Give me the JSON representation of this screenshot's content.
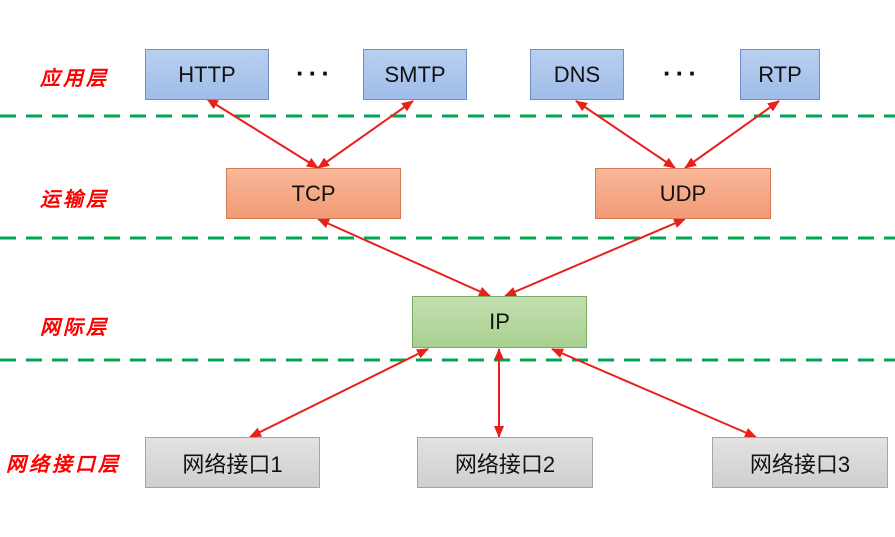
{
  "layers": [
    {
      "label": "应用层"
    },
    {
      "label": "运输层"
    },
    {
      "label": "网际层"
    },
    {
      "label": "网络接口层"
    }
  ],
  "application": {
    "protocols": [
      "HTTP",
      "SMTP",
      "DNS",
      "RTP"
    ],
    "ellipsis": "···"
  },
  "transport": {
    "protocols": [
      "TCP",
      "UDP"
    ]
  },
  "internet": {
    "protocol": "IP"
  },
  "interfaces": [
    "网络接口1",
    "网络接口2",
    "网络接口3"
  ],
  "colors": {
    "label_text": "#ff0000",
    "divider": "#00a651",
    "arrow": "#e8201a",
    "application_fill": "#a9c5ec",
    "transport_fill": "#f5a886",
    "internet_fill": "#b5d89f",
    "interface_fill": "#d8d8d8"
  }
}
